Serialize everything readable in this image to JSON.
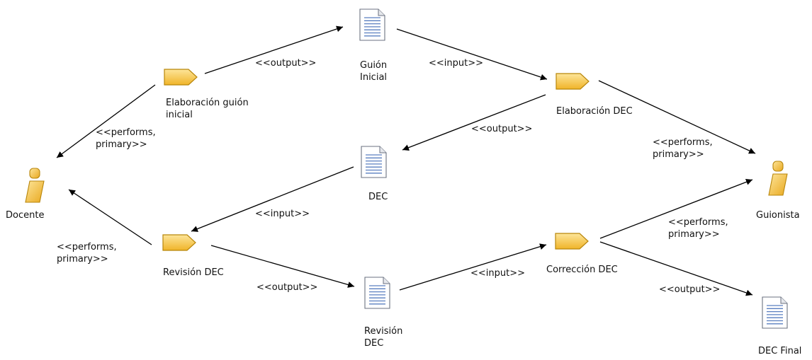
{
  "diagram": {
    "actors": [
      {
        "id": "docente",
        "label": "Docente",
        "icon": "actor-icon"
      },
      {
        "id": "guionista",
        "label": "Guionista",
        "icon": "actor-icon"
      }
    ],
    "tasks": [
      {
        "id": "elab_guion",
        "label": [
          "Elaboración guión",
          "inicial"
        ],
        "icon": "task-icon"
      },
      {
        "id": "elab_dec",
        "label": [
          "Elaboración DEC"
        ],
        "icon": "task-icon"
      },
      {
        "id": "revision",
        "label": [
          "Revisión DEC"
        ],
        "icon": "task-icon"
      },
      {
        "id": "correccion",
        "label": [
          "Corrección DEC"
        ],
        "icon": "task-icon"
      }
    ],
    "artifacts": [
      {
        "id": "guion",
        "label": [
          "Guión",
          "Inicial"
        ],
        "icon": "document-icon"
      },
      {
        "id": "dec",
        "label": [
          "DEC"
        ],
        "icon": "document-icon"
      },
      {
        "id": "rev_dec",
        "label": [
          "Revisión",
          "DEC"
        ],
        "icon": "document-icon"
      },
      {
        "id": "dec_final",
        "label": [
          "DEC Final"
        ],
        "icon": "document-icon"
      }
    ],
    "edges": [
      {
        "id": "e1",
        "from": "elab_guion",
        "to": "docente",
        "label": [
          "<<performs,",
          "primary>>"
        ]
      },
      {
        "id": "e2",
        "from": "elab_guion",
        "to": "guion",
        "label": [
          "<<output>>"
        ]
      },
      {
        "id": "e3",
        "from": "guion",
        "to": "elab_dec",
        "label": [
          "<<input>>"
        ]
      },
      {
        "id": "e4",
        "from": "elab_dec",
        "to": "dec",
        "label": [
          "<<output>>"
        ]
      },
      {
        "id": "e5",
        "from": "elab_dec",
        "to": "guionista",
        "label": [
          "<<performs,",
          "primary>>"
        ]
      },
      {
        "id": "e6",
        "from": "dec",
        "to": "revision",
        "label": [
          "<<input>>"
        ]
      },
      {
        "id": "e7",
        "from": "revision",
        "to": "docente",
        "label": [
          "<<performs,",
          "primary>>"
        ]
      },
      {
        "id": "e8",
        "from": "revision",
        "to": "rev_dec",
        "label": [
          "<<output>>"
        ]
      },
      {
        "id": "e9",
        "from": "rev_dec",
        "to": "correccion",
        "label": [
          "<<input>>"
        ]
      },
      {
        "id": "e10",
        "from": "correccion",
        "to": "guionista",
        "label": [
          "<<performs,",
          "primary>>"
        ]
      },
      {
        "id": "e11",
        "from": "correccion",
        "to": "dec_final",
        "label": [
          "<<output>>"
        ]
      }
    ]
  },
  "colors": {
    "task_fill": "#f5c242",
    "task_stroke": "#b8860b",
    "actor_fill": "#f5c242",
    "document_fill": "#ffffff",
    "document_lines": "#5a7fc0",
    "edge": "#000000"
  }
}
